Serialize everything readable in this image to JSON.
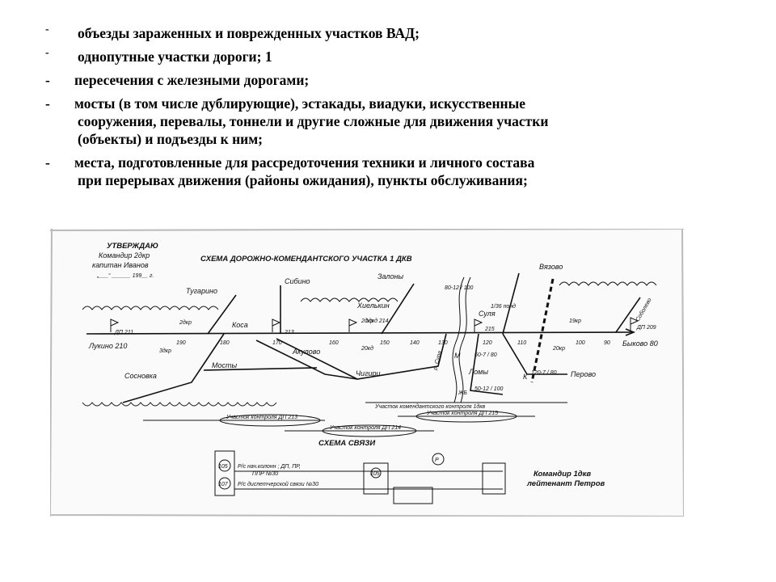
{
  "bullets": [
    {
      "marker": "-",
      "lines": [
        "объезды зараженных и поврежденных участков ВАД;"
      ]
    },
    {
      "marker": "-",
      "lines": [
        "однопутные участки дороги; 1"
      ]
    },
    {
      "marker": "-",
      "lines": [
        "пересечения с железными дорогами;"
      ]
    },
    {
      "marker": "-",
      "lines": [
        "мосты (в том числе дублирующие), эстакады, виадуки, искусственные",
        "сооружения, перевалы, тоннели и другие сложные для движения участки",
        "(объекты) и подъезды к ним;"
      ]
    },
    {
      "marker": "-",
      "lines": [
        "места, подготовленные для рассредоточения техники и личного состава",
        "при перерывах движения (районы ожидания), пункты обслуживания;"
      ]
    }
  ],
  "scheme": {
    "approval": [
      "УТВЕРЖДАЮ",
      "Командир 2дкр",
      "капитан Иванов",
      "„___“ ______ 199__ г."
    ],
    "title": "СХЕМА ДОРОЖНО-КОМЕНДАНТСКОГО УЧАСТКА 1 ДКВ",
    "settlements": {
      "vyazovo": "Вязово",
      "zalony": "Залоны",
      "sibino": "Сибино",
      "tugarino": "Тугарино",
      "khelkin": "Хиелькин",
      "sulya": "Суля",
      "kosa": "Коса",
      "akulovo": "Акулово",
      "lukino": "Лукино 210",
      "bykovo": "Быково 80",
      "mosty": "Мосты",
      "chigiri": "Чигири",
      "sosnovka": "Сосновка",
      "lomy": "Ломы",
      "perovo": "Перово",
      "sobolevo": "Соболево",
      "reka": "р. Сура"
    },
    "points": {
      "dp211": "ДП 211",
      "dp213": "213",
      "dp214": "1дкд 214",
      "dp215": "215",
      "dp209": "ДП 209",
      "kp2": "2дкр",
      "kp3": "3дкр",
      "kp1": "1/36 понд",
      "kp19": "19кр",
      "kp20": "20кр",
      "kp20b": "20кд",
      "kp2b": "2дкр"
    },
    "km": [
      "190",
      "180",
      "170",
      "160",
      "150",
      "140",
      "130",
      "120",
      "110",
      "100",
      "90"
    ],
    "bridges": {
      "b1": "80-12 / 100",
      "b2": "60-7 / 80",
      "b3": "120-7 / 80",
      "b4": "50-12 / 100"
    },
    "letters": {
      "m": "М",
      "k": "К",
      "zhb": "ЖБ"
    },
    "sectors": {
      "commandant": "Участок комендантского контроля 1дкв",
      "ctrl213": "Участок контроля ДП 213",
      "ctrl214": "Участок контроля ДП 214",
      "ctrl215": "Участок контроля ДП 215"
    },
    "comms": {
      "title": "СХЕМА СВЯЗИ",
      "line1": "Р/с нач.колонн ; ДП, ПР,",
      "line1b": "ППР №30",
      "line2": "Р/с диспетчерской связи №30",
      "commander": [
        "Командир 1дкв",
        "лейтенант Петров"
      ],
      "r105": "105",
      "r107": "107",
      "r1053": "105",
      "r_p": "Р"
    }
  }
}
